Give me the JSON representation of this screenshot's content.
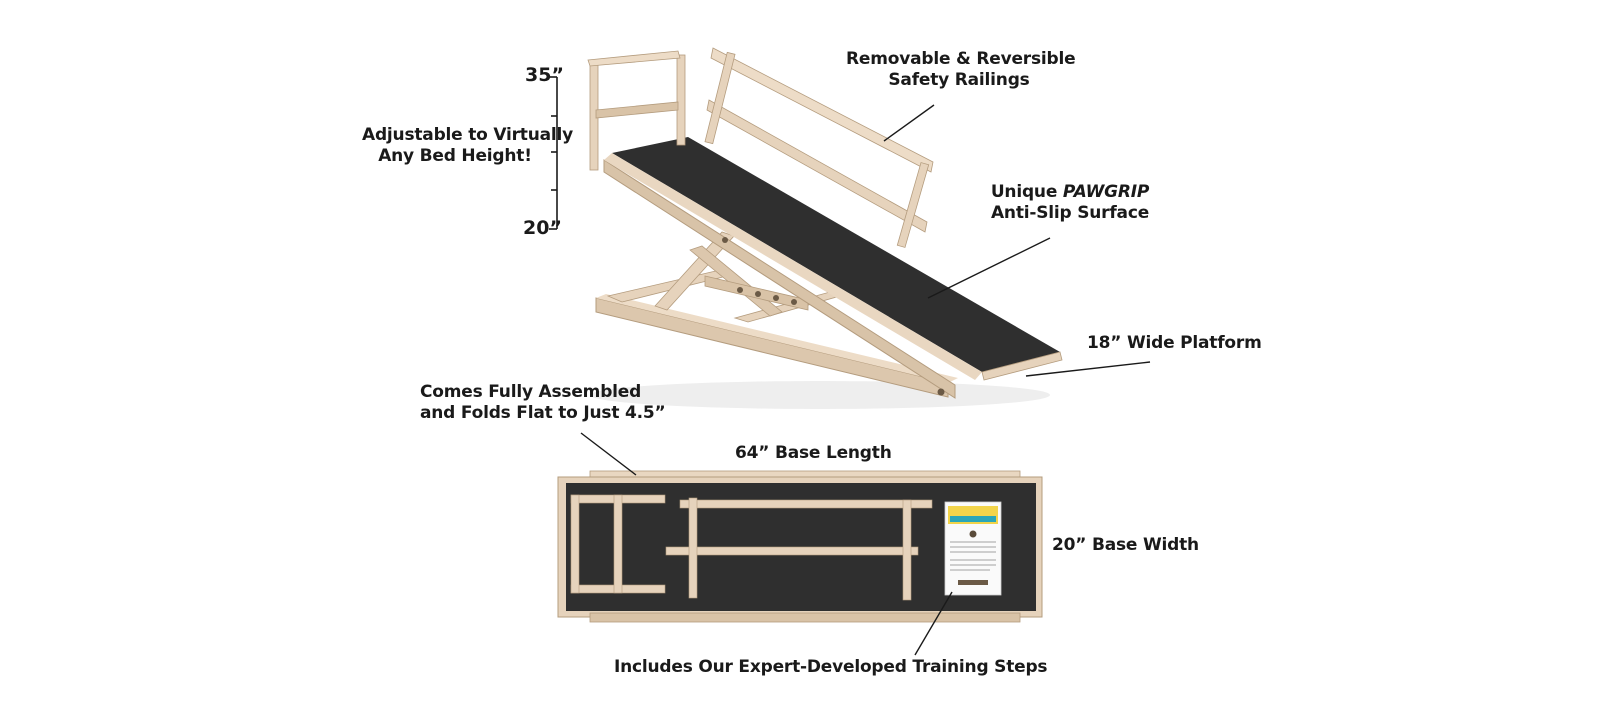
{
  "height_scale": {
    "max_label": "35”",
    "min_label": "20”",
    "caption_line1": "Adjustable to Virtually",
    "caption_line2": "Any Bed Height!"
  },
  "callouts": {
    "railings_line1": "Removable & Reversible",
    "railings_line2": "Safety Railings",
    "surface_prefix": "Unique ",
    "surface_brand": "PAWGRIP",
    "surface_line2": "Anti-Slip Surface",
    "platform_width": "18” Wide Platform",
    "assembled_line1": "Comes Fully Assembled",
    "assembled_line2": "and Folds Flat to Just 4.5”",
    "base_length": "64” Base Length",
    "base_width": "20” Base Width",
    "training_steps": "Includes Our Expert-Developed Training Steps"
  },
  "colors": {
    "wood": "#e6d3bc",
    "wood_dark": "#c9b396",
    "surface": "#2f2f2f",
    "text": "#1a1a1a",
    "card_yellow": "#f2d44a",
    "card_teal": "#2aa6b8"
  }
}
